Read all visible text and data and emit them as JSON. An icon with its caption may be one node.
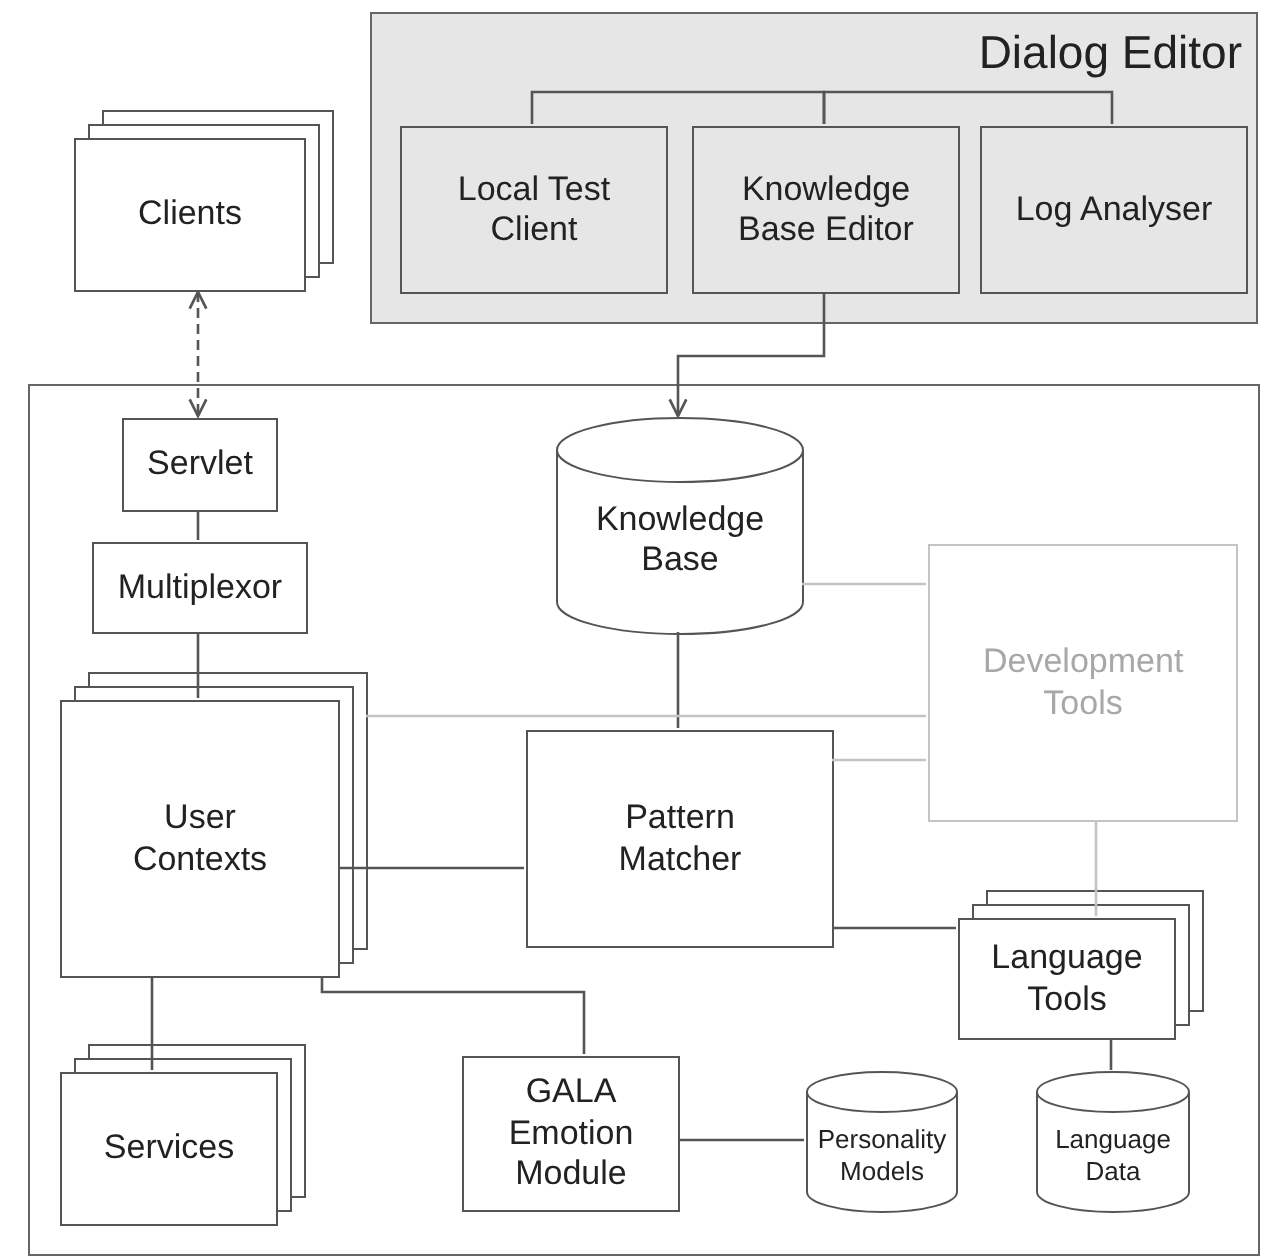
{
  "diagram": {
    "nodes": [
      {
        "text": [
          "Dialog Editor"
        ]
      },
      {
        "text": [
          "Local Test Client"
        ],
        "in": 0
      },
      {
        "text": [
          "Knowledge Base Editor"
        ],
        "in": 0
      },
      {
        "text": [
          "Log Analyser"
        ],
        "in": 0
      },
      {
        "text": [
          "Clients"
        ]
      },
      {
        "text": [],
        "shape": "box"
      },
      {
        "text": [
          "Servlet"
        ],
        "in": 5
      },
      {
        "text": [
          "Multiplexor"
        ],
        "in": 5
      },
      {
        "text": [
          "Knowledge Base"
        ],
        "in": 5
      },
      {
        "text": [
          "Development Tools"
        ],
        "in": 5
      },
      {
        "text": [
          "User Contexts"
        ],
        "in": 5
      },
      {
        "text": [
          "Pattern Matcher"
        ],
        "in": 5
      },
      {
        "text": [
          "Language Tools"
        ],
        "in": 5
      },
      {
        "text": [
          "Services"
        ],
        "in": 5
      },
      {
        "text": [
          "GALA Emotion Module"
        ],
        "in": 5
      },
      {
        "text": [
          "Personality Models"
        ],
        "in": 5
      },
      {
        "text": [
          "Language Data"
        ],
        "in": 5
      }
    ],
    "edges": [
      {
        "from": 2,
        "to": 1,
        "arrow": "none"
      },
      {
        "from": 2,
        "to": 3,
        "arrow": "none"
      },
      {
        "from": 2,
        "to": 8,
        "arrow": "to"
      },
      {
        "from": 4,
        "to": 6,
        "arrow": "both",
        "style": "dashed"
      },
      {
        "from": 6,
        "to": 7,
        "arrow": "none"
      },
      {
        "from": 7,
        "to": 10,
        "arrow": "none"
      },
      {
        "from": 8,
        "to": 11,
        "arrow": "none"
      },
      {
        "from": 10,
        "to": 11,
        "arrow": "none"
      },
      {
        "from": 10,
        "to": 14,
        "arrow": "none"
      },
      {
        "from": 10,
        "to": 13,
        "arrow": "none"
      },
      {
        "from": 11,
        "to": 12,
        "arrow": "none"
      },
      {
        "from": 12,
        "to": 16,
        "arrow": "none"
      },
      {
        "from": 14,
        "to": 15,
        "arrow": "none"
      },
      {
        "from": 8,
        "to": 9,
        "arrow": "none",
        "color": "#c4c4c4"
      },
      {
        "from": 10,
        "to": 9,
        "arrow": "none",
        "color": "#c4c4c4"
      },
      {
        "from": 11,
        "to": 9,
        "arrow": "none",
        "color": "#c4c4c4"
      },
      {
        "from": 9,
        "to": 12,
        "arrow": "none",
        "color": "#c4c4c4"
      }
    ]
  }
}
